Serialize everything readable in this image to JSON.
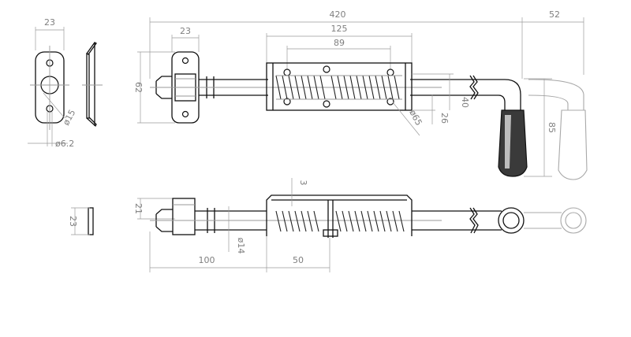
{
  "drawing": {
    "dims": {
      "plate_width": "23",
      "hole_dia_large": "ø15",
      "hole_dia_small": "ø6.2",
      "total_length": "420",
      "handle_offset": "52",
      "bracket_width": "23",
      "housing_length": "125",
      "hole_spacing": "89",
      "bracket_height": "62",
      "housing_height": "40",
      "spring_dia": "ø65",
      "pin_offset": "26",
      "handle_height": "85",
      "bracket_thickness": "21",
      "plate_side": "23",
      "sheet_thickness": "3",
      "bolt_dia": "ø14",
      "nose_length": "100",
      "travel": "50"
    },
    "colors": {
      "line": "#111111",
      "dimension": "#9a9a9a",
      "ghost": "#a8a8a8",
      "grip": "#444444"
    }
  }
}
